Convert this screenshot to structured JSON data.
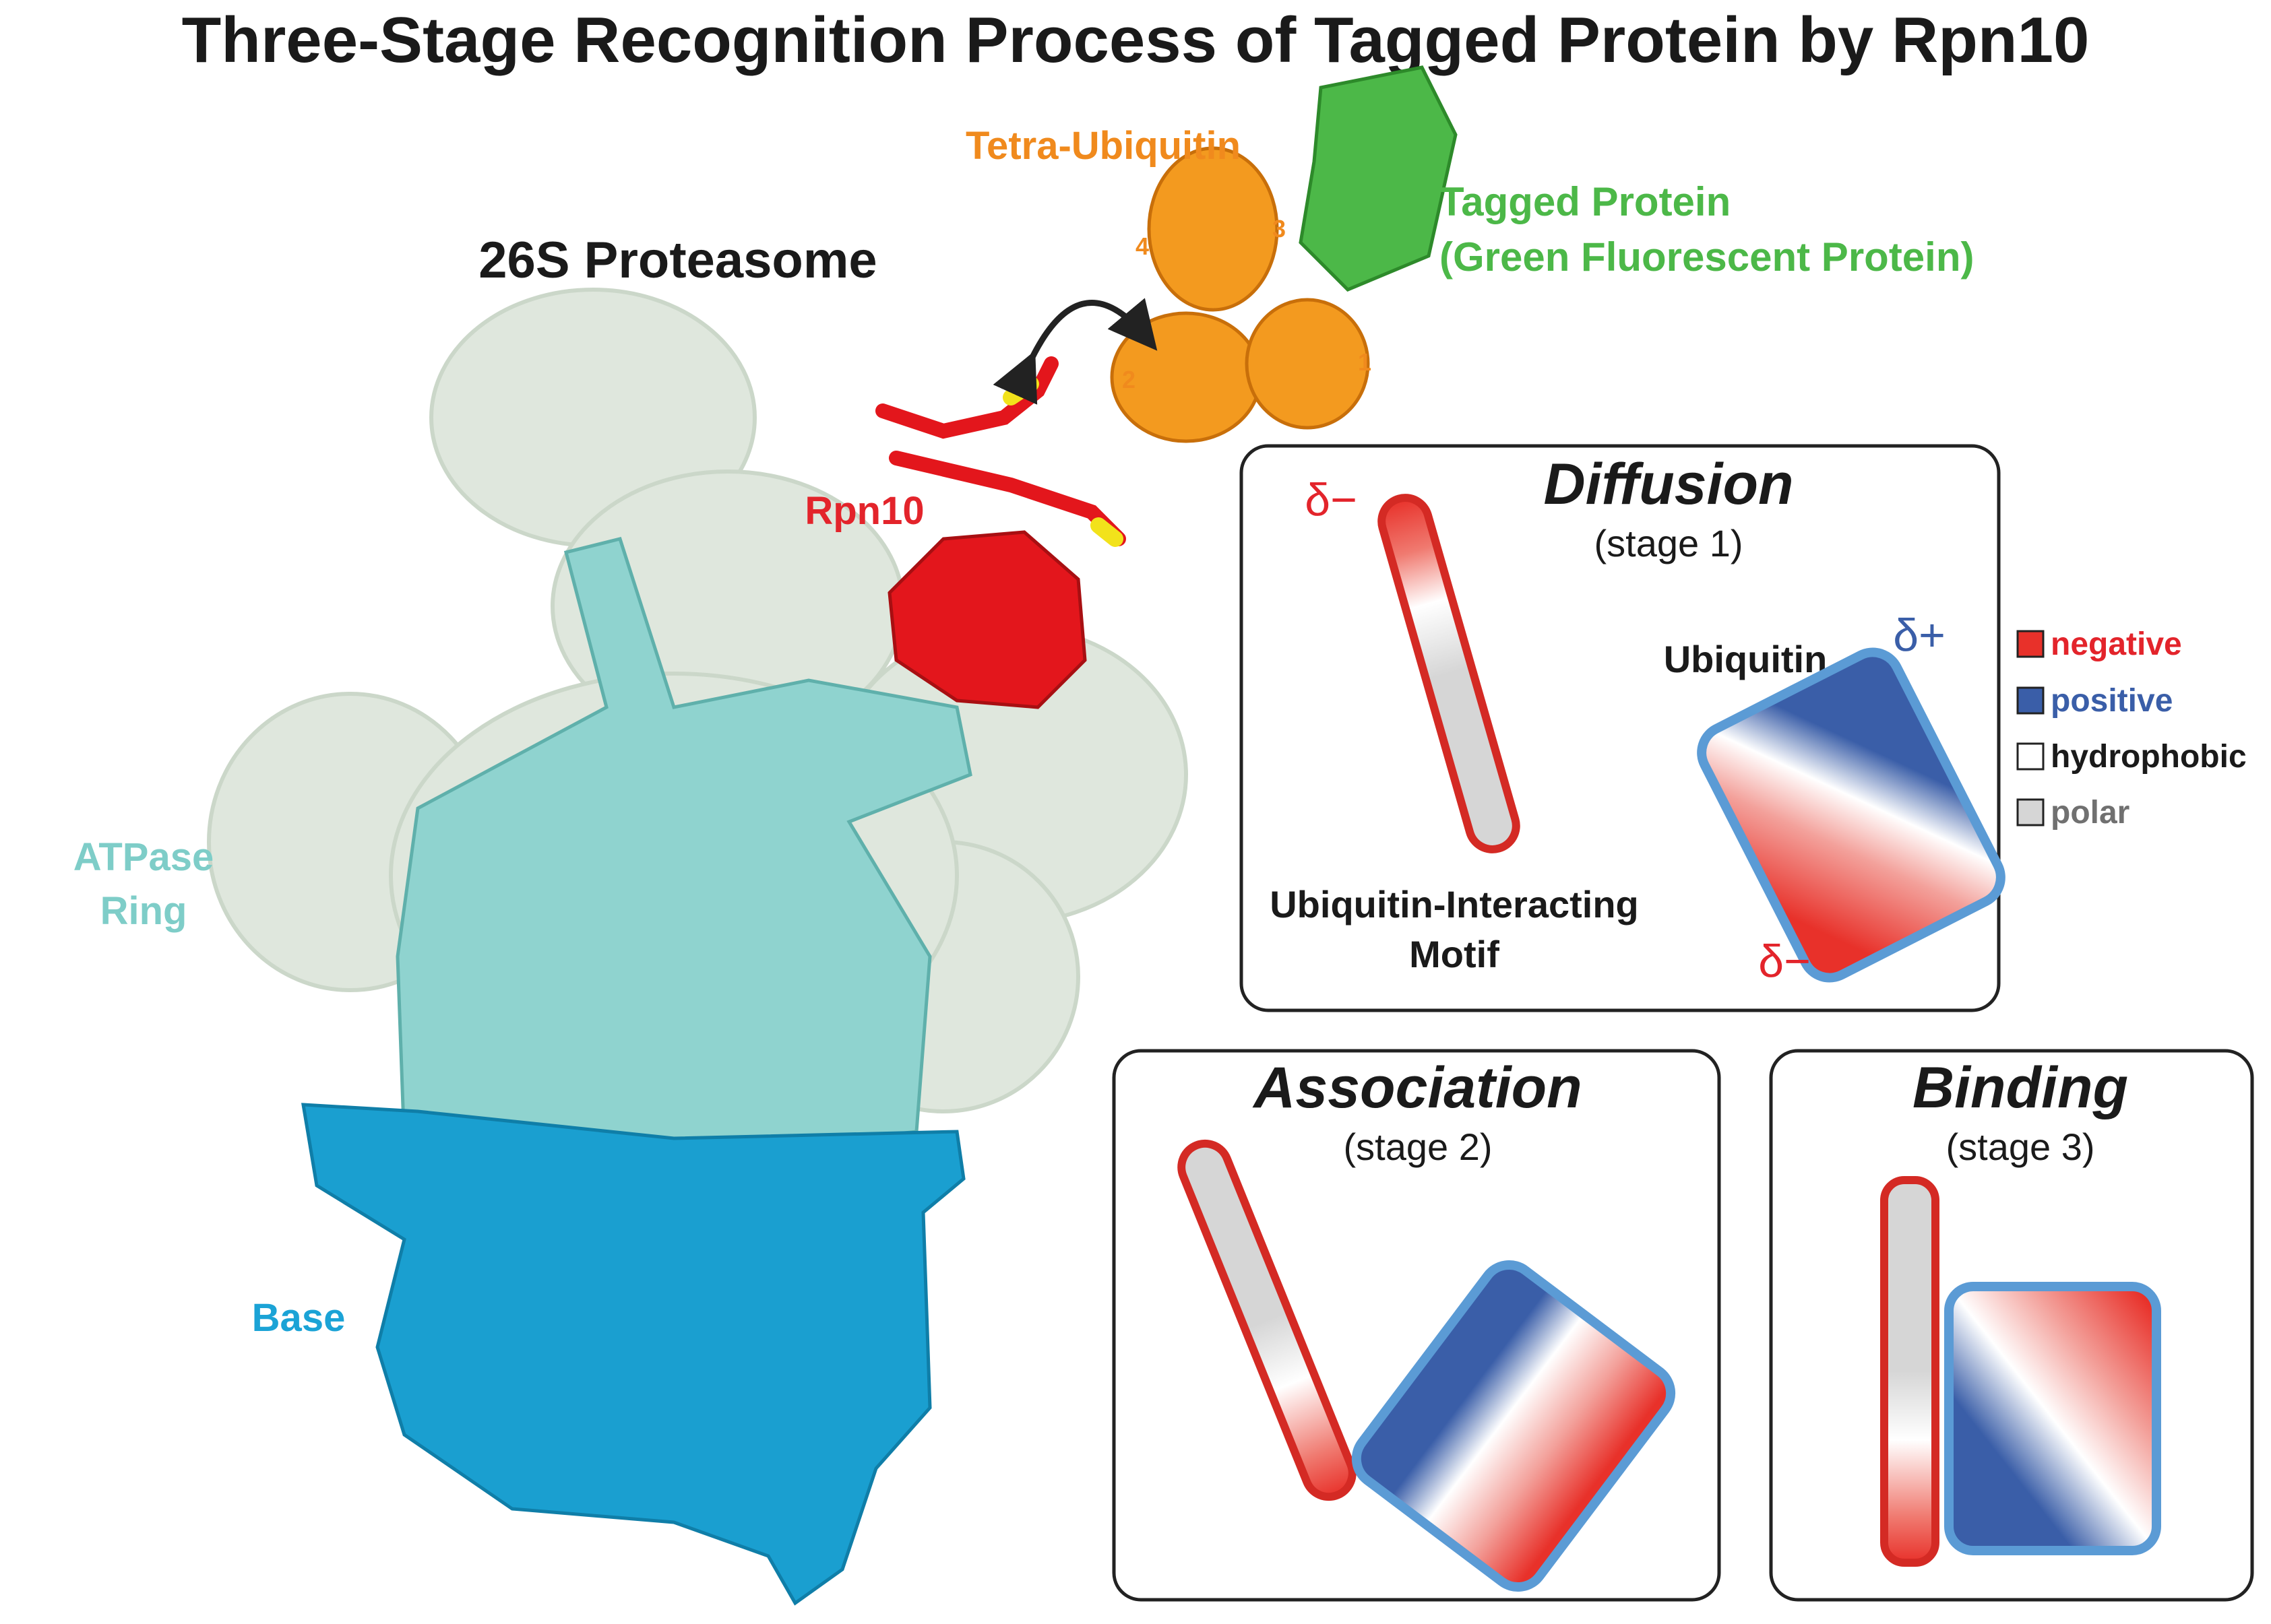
{
  "title": "Three-Stage Recognition Process of Tagged Protein by Rpn10",
  "structure_labels": {
    "proteasome": "26S Proteasome",
    "tetra_ubiquitin": "Tetra-Ubiquitin",
    "tagged_protein": "Tagged Protein",
    "tagged_protein_sub": "(Green Fluorescent Protein)",
    "rpn10": "Rpn10",
    "atpase_line1": "ATPase",
    "atpase_line2": "Ring",
    "base": "Base",
    "ub_numbers": [
      "1",
      "2",
      "3",
      "4"
    ]
  },
  "stages": {
    "diffusion": {
      "title": "Diffusion",
      "subtitle": "(stage 1)",
      "delta_neg_motif": "δ−",
      "delta_pos": "δ+",
      "delta_neg_ub": "δ−",
      "ubiquitin_label": "Ubiquitin",
      "motif_line1": "Ubiquitin-Interacting",
      "motif_line2": "Motif"
    },
    "association": {
      "title": "Association",
      "subtitle": "(stage 2)"
    },
    "binding": {
      "title": "Binding",
      "subtitle": "(stage 3)"
    }
  },
  "legend": [
    {
      "label": "negative",
      "color": "#e8312a",
      "text_color": "#e3242b"
    },
    {
      "label": "positive",
      "color": "#3a5ea8",
      "text_color": "#3a5ea8"
    },
    {
      "label": "hydrophobic",
      "color": "#ffffff",
      "text_color": "#1a1a1a"
    },
    {
      "label": "polar",
      "color": "#d6d6d6",
      "text_color": "#707070"
    }
  ],
  "colors": {
    "orange": "#f08a1d",
    "green": "#4cb848",
    "red": "#e3242b",
    "teal": "#7ecdc8",
    "base_blue": "#1ba3d6",
    "border_blue": "#5b9bd5"
  }
}
